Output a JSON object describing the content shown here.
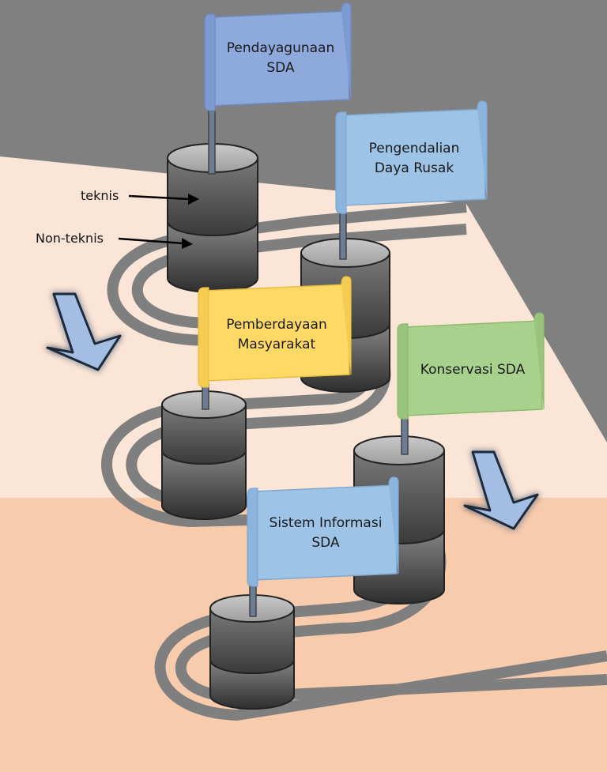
{
  "flags": {
    "pendayagunaan": {
      "line1": "Pendayagunaan",
      "line2": "SDA",
      "color": "#8ea9db"
    },
    "pengendalian": {
      "line1": "Pengendalian",
      "line2": "Daya Rusak",
      "color": "#9dc3e6"
    },
    "pemberdayaan": {
      "line1": "Pemberdayaan",
      "line2": "Masyarakat",
      "color": "#ffd966"
    },
    "konservasi": {
      "line1": "Konservasi SDA",
      "color": "#a9d18e"
    },
    "sistem_informasi": {
      "line1": "Sistem Informasi",
      "line2": "SDA",
      "color": "#9dc3e6"
    }
  },
  "labels": {
    "teknis": "teknis",
    "non_teknis": "Non-teknis"
  },
  "colors": {
    "background": "#808080",
    "panel_upper": "#fbe5d6",
    "panel_lower": "#f8cbad",
    "track": "#7f7f7f",
    "arrow_fill": "#a4bde3",
    "arrow_glow": "#c9f28a"
  }
}
